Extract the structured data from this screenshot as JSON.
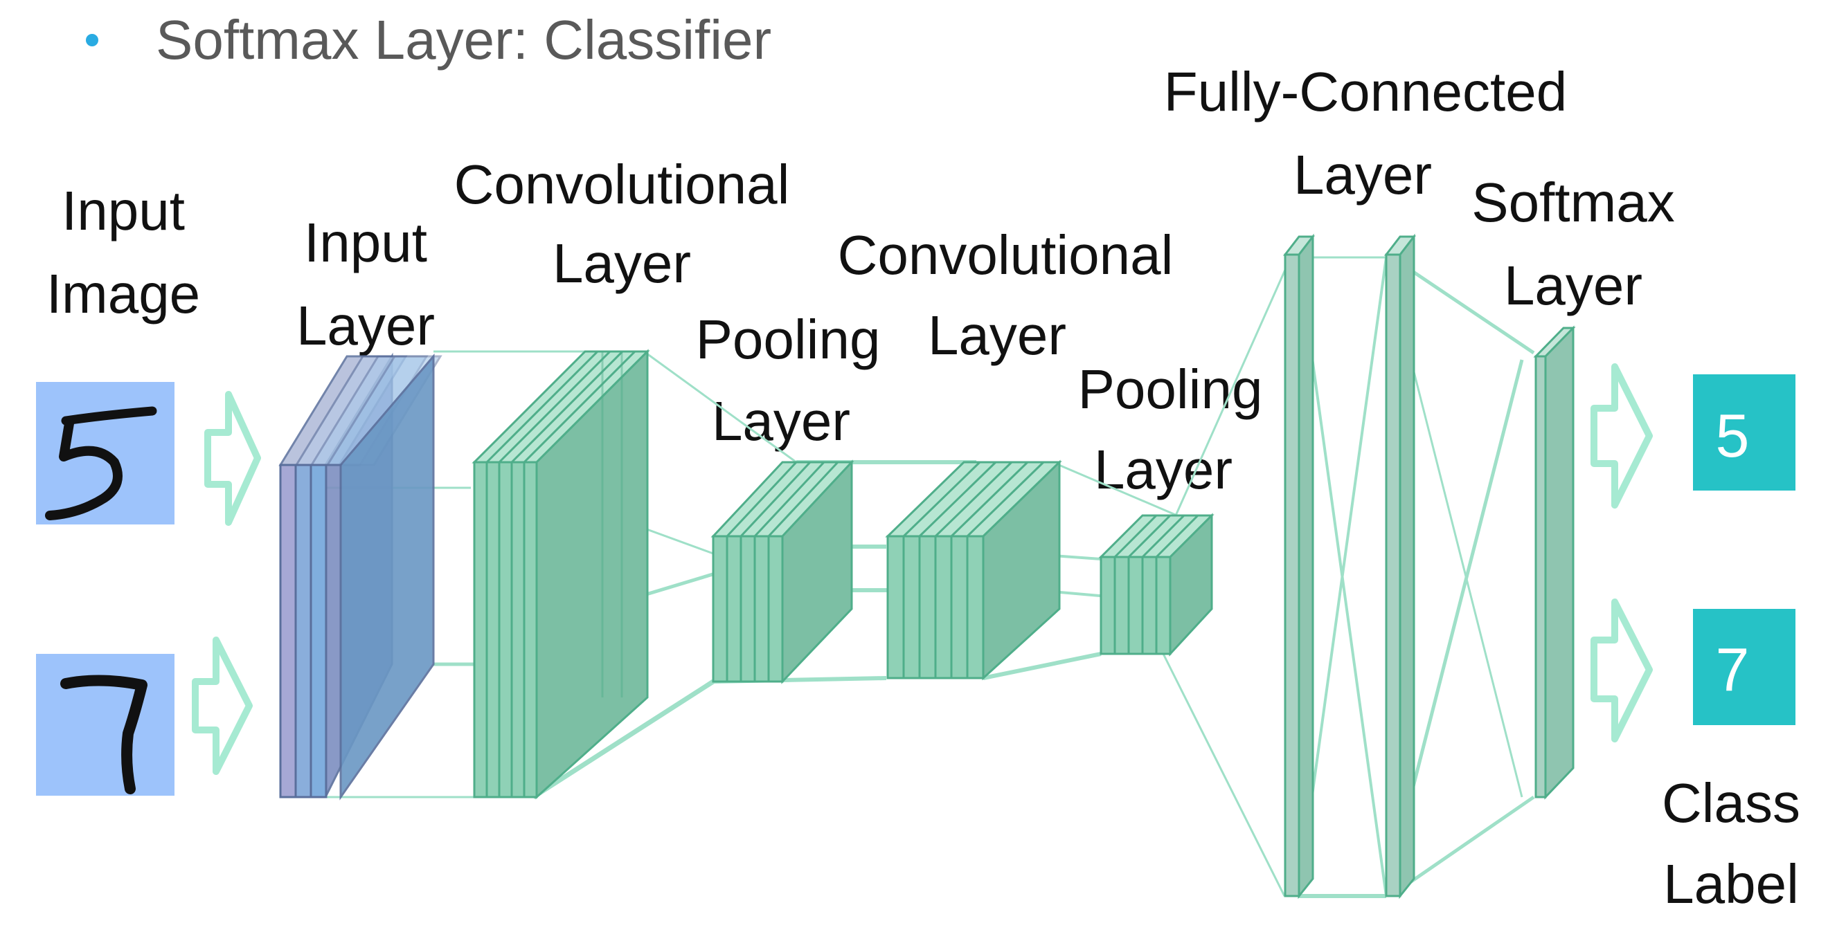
{
  "heading": {
    "bullet": "•",
    "text": "Softmax Layer: Classifier"
  },
  "labels": {
    "input_image": [
      "Input",
      "Image"
    ],
    "input_layer": [
      "Input",
      "Layer"
    ],
    "conv1": [
      "Convolutional",
      "Layer"
    ],
    "pool1": [
      "Pooling",
      "Layer"
    ],
    "conv2": [
      "Convolutional",
      "Layer"
    ],
    "pool2": [
      "Pooling",
      "Layer"
    ],
    "fc": [
      "Fully-Connected",
      "Layer"
    ],
    "softmax": [
      "Softmax",
      "Layer"
    ],
    "class_label": [
      "Class",
      "Label"
    ]
  },
  "inputs": [
    {
      "digit": "5"
    },
    {
      "digit": "7"
    }
  ],
  "outputs": [
    {
      "label": "5"
    },
    {
      "label": "7"
    }
  ],
  "colors": {
    "bullet": "#29abe2",
    "heading_text": "#595959",
    "image_bg": "#9dc3fb",
    "input_layer_fill": "#7c9cc8",
    "input_layer_stroke": "#5a6f9c",
    "layer_fill": "#8fd1b6",
    "layer_stroke": "#4fae8a",
    "fc_fill": "#a9d2c3",
    "connection": "#9fe0c8",
    "arrow": "#a6ead2",
    "class_box": "#26c2c6"
  }
}
